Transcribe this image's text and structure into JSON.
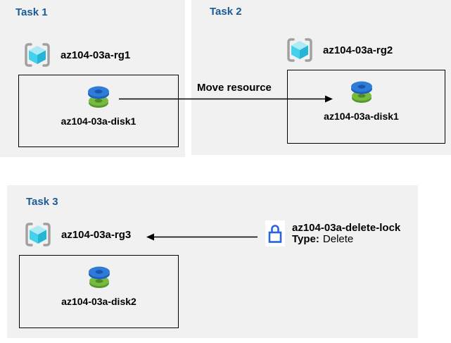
{
  "colors": {
    "panel-bg": "#f1f1f1",
    "title-blue": "#1a5a96",
    "arrow-black": "#000000",
    "bracket-gray": "#a0a0a0",
    "cube-top": "#aeeaf6",
    "cube-left": "#45d1ec",
    "cube-right": "#24b6d4",
    "disk-blue": "#2f7cd8",
    "disk-blue-dark": "#1f5fbe",
    "disk-blue-hole": "#1b54ad",
    "disk-green": "#76bb40",
    "disk-green-dark": "#569a2e",
    "disk-green-hole": "#4c8a26",
    "lock-blue": "#2b63dc"
  },
  "icons": {
    "resource_group": "resource-group-icon",
    "disk": "disk-icon",
    "lock": "lock-icon",
    "move_arrow": "arrow-right-icon",
    "lock_arrow": "arrow-left-icon"
  },
  "panels": [
    {
      "title": "Task 1",
      "resource_group": "az104-03a-rg1",
      "resource": "az104-03a-disk1"
    },
    {
      "title": "Task 2",
      "resource_group": "az104-03a-rg2",
      "resource": "az104-03a-disk1"
    },
    {
      "title": "Task 3",
      "resource_group": "az104-03a-rg3",
      "resource": "az104-03a-disk2"
    }
  ],
  "move_label": "Move resource",
  "lock": {
    "name": "az104-03a-delete-lock",
    "type_label": "Type:",
    "type_value": "Delete"
  }
}
